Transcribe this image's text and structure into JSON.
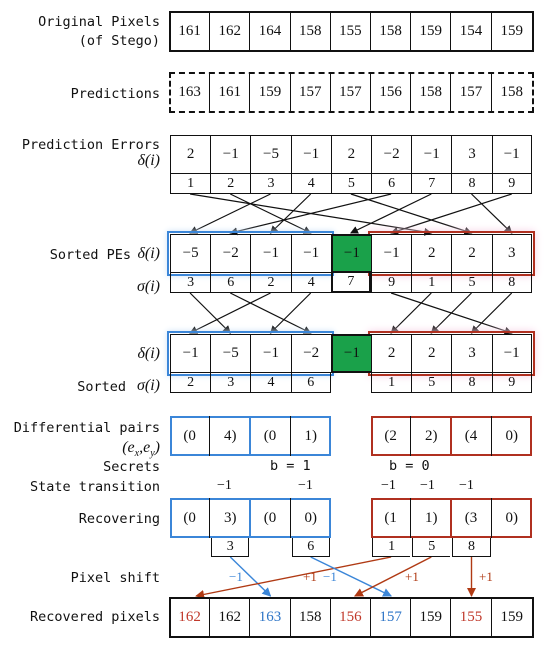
{
  "labels": {
    "original_pixels": "Original Pixels",
    "original_pixels_sub": "(of Stego)",
    "predictions": "Predictions",
    "prediction_errors": "Prediction Errors",
    "delta_i": "δ(i)",
    "sorted_pes": "Sorted PEs",
    "sigma_i": "σ(i)",
    "sorted_sigma": "Sorted",
    "differential_pairs": "Differential pairs",
    "ex_ey": "(e",
    "secrets": "Secrets",
    "state_transition": "State transition",
    "recovering": "Recovering",
    "pixel_shift": "Pixel shift",
    "recovered_pixels": "Recovered pixels"
  },
  "rows": {
    "original": [
      "161",
      "162",
      "164",
      "158",
      "155",
      "158",
      "159",
      "154",
      "159"
    ],
    "predictions": [
      "163",
      "161",
      "159",
      "157",
      "157",
      "156",
      "158",
      "157",
      "158"
    ],
    "errors": [
      "2",
      "−1",
      "−5",
      "−1",
      "2",
      "−2",
      "−1",
      "3",
      "−1"
    ],
    "error_index": [
      "1",
      "2",
      "3",
      "4",
      "5",
      "6",
      "7",
      "8",
      "9"
    ],
    "sorted_pes": [
      "−5",
      "−2",
      "−1",
      "−1",
      "−1",
      "−1",
      "2",
      "2",
      "3"
    ],
    "sorted_pes_sigma": [
      "3",
      "6",
      "2",
      "4",
      "7",
      "9",
      "1",
      "5",
      "8"
    ],
    "reordered_delta": [
      "−1",
      "−5",
      "−1",
      "−2",
      "−1",
      "2",
      "2",
      "3",
      "−1"
    ],
    "reordered_sigma_left": [
      "2",
      "3",
      "4",
      "6"
    ],
    "reordered_sigma_right": [
      "1",
      "5",
      "8",
      "9"
    ],
    "pairs_left": [
      "(0",
      "4)",
      "(0",
      "1)"
    ],
    "pairs_right": [
      "(2",
      "2)",
      "(4",
      "0)"
    ],
    "secret_left": "b = 1",
    "secret_right": "b = 0",
    "state_left": [
      "−1",
      "−1"
    ],
    "state_right": [
      "−1",
      "−1",
      "−1"
    ],
    "recover_left": [
      "(0",
      "3)",
      "(0",
      "0)"
    ],
    "recover_right": [
      "(1",
      "1)",
      "(3",
      "0)"
    ],
    "recover_idx_left": [
      "3",
      "6"
    ],
    "recover_idx_right": [
      "1",
      "5",
      "8"
    ],
    "shift_labels": [
      "−1",
      "+1",
      "−1",
      "+1",
      "+1"
    ],
    "recovered": [
      "162",
      "162",
      "163",
      "158",
      "156",
      "157",
      "159",
      "155",
      "159"
    ]
  },
  "colors": {
    "blue": "#3b86d8",
    "red": "#b03020",
    "green": "#1aa14a",
    "pink_glow": "#f6d3e8",
    "blue_glow": "#cfe3f7",
    "recovered_red": "#c0392b",
    "recovered_blue": "#2e75c7"
  }
}
